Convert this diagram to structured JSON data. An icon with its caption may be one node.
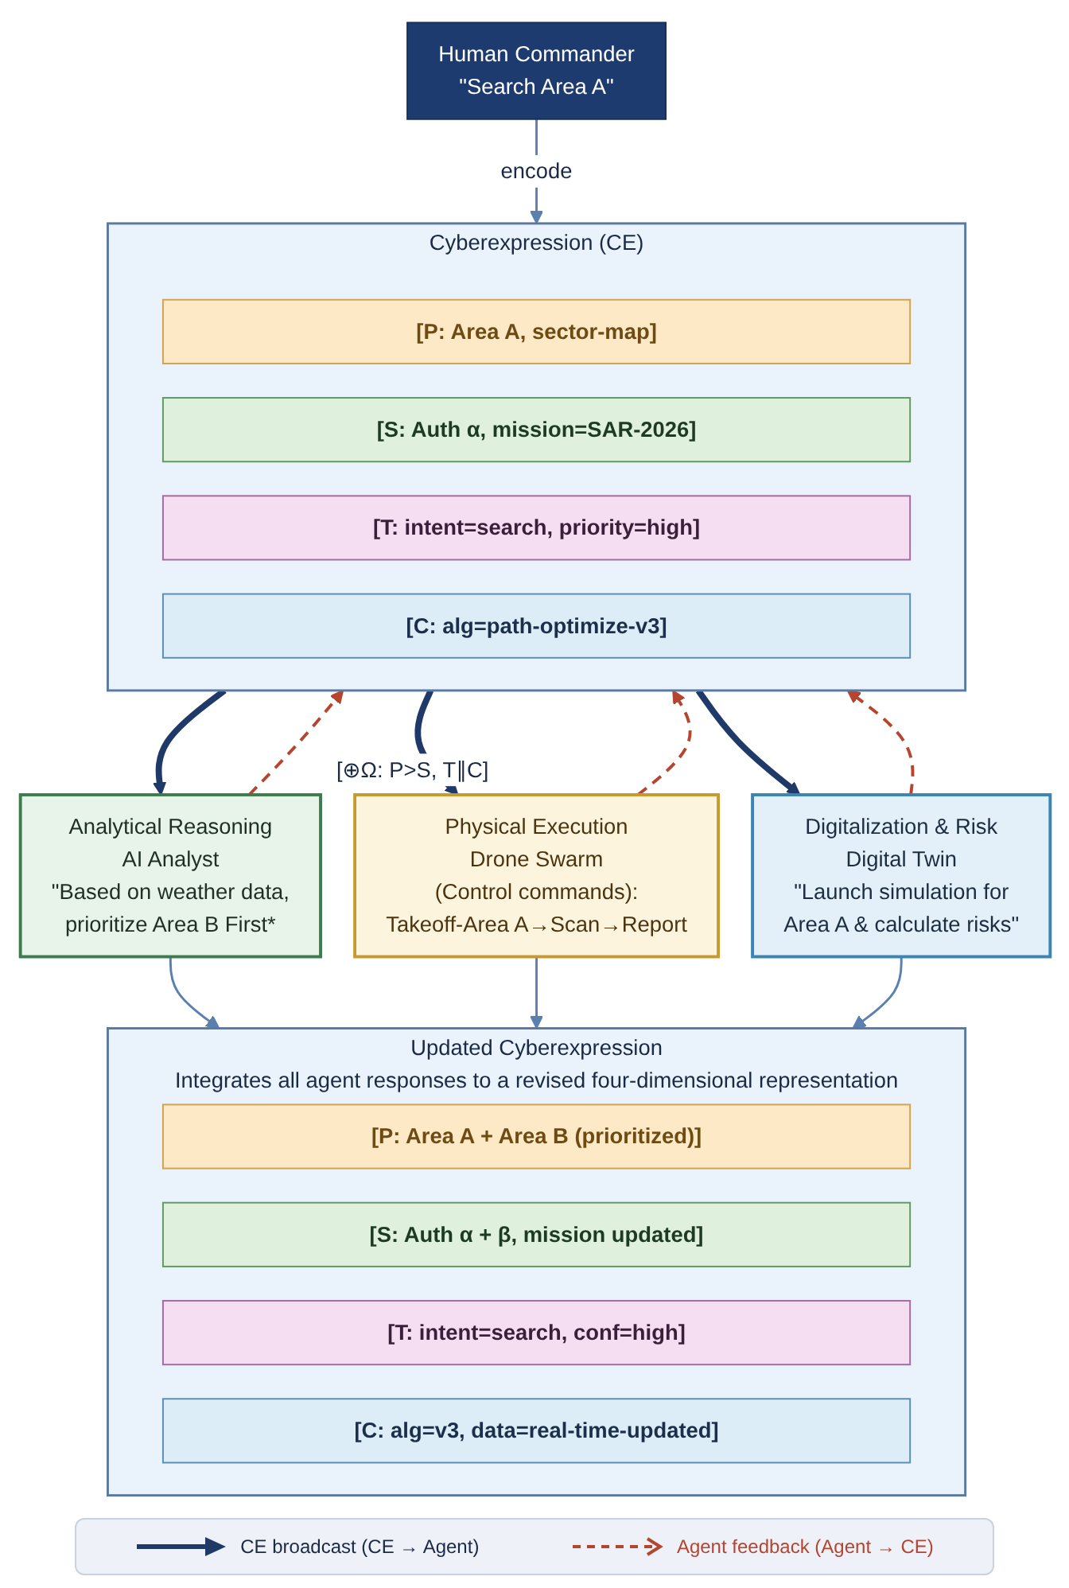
{
  "diagram": {
    "nodes": [
      {
        "text": [
          "Human Commander",
          "\"Search Area A\""
        ]
      },
      {
        "text": [
          "Cyberexpression (CE)"
        ]
      },
      {
        "text": [
          "[P: Area A, sector-map]"
        ],
        "in": 1
      },
      {
        "text": [
          "[S: Auth α, mission=SAR-2026]"
        ],
        "in": 1
      },
      {
        "text": [
          "[T: intent=search, priority=high]"
        ],
        "in": 1
      },
      {
        "text": [
          "[C: alg=path-optimize-v3]"
        ],
        "in": 1
      },
      {
        "text": [
          "Analytical Reasoning",
          "AI Analyst",
          "\"Based on weather data, prioritize Area B First*"
        ]
      },
      {
        "text": [
          "Physical Execution",
          "Drone Swarm",
          "(Control commands): Takeoff-Area A→Scan→Report"
        ]
      },
      {
        "text": [
          "Digitalization & Risk",
          "Digital Twin",
          "\"Launch simulation for Area A & calculate risks\""
        ]
      },
      {
        "text": [
          "Updated Cyberexpression",
          "Integrates all agent responses to a revised four-dimensional representation"
        ]
      },
      {
        "text": [
          "[P: Area A + Area B (prioritized)]"
        ],
        "in": 9
      },
      {
        "text": [
          "[S: Auth α + β, mission updated]"
        ],
        "in": 9
      },
      {
        "text": [
          "[T: intent=search, conf=high]"
        ],
        "in": 9
      },
      {
        "text": [
          "[C: alg=v3, data=real-time-updated]"
        ],
        "in": 9
      }
    ],
    "edges": [
      {
        "from": 0,
        "to": 1,
        "arrow": "to",
        "label": "encode"
      },
      {
        "from": 1,
        "to": 6,
        "arrow": "to",
        "style": "thick",
        "color": "#1f3a68"
      },
      {
        "from": 6,
        "to": 1,
        "arrow": "to",
        "style": "dashed",
        "color": "#b5452f"
      },
      {
        "from": 1,
        "to": 7,
        "arrow": "to",
        "style": "thick",
        "color": "#1f3a68",
        "label": "[⊕Ω: P>S, T∥C]"
      },
      {
        "from": 7,
        "to": 1,
        "arrow": "to",
        "style": "dashed",
        "color": "#b5452f"
      },
      {
        "from": 1,
        "to": 8,
        "arrow": "to",
        "style": "thick",
        "color": "#1f3a68"
      },
      {
        "from": 8,
        "to": 1,
        "arrow": "to",
        "style": "dashed",
        "color": "#b5452f"
      },
      {
        "from": 6,
        "to": 9,
        "arrow": "to"
      },
      {
        "from": 7,
        "to": 9,
        "arrow": "to"
      },
      {
        "from": 8,
        "to": 9,
        "arrow": "to"
      }
    ],
    "legend": [
      {
        "text": "CE broadcast (CE → Agent)"
      },
      {
        "text": "Agent feedback (Agent → CE)"
      }
    ]
  }
}
